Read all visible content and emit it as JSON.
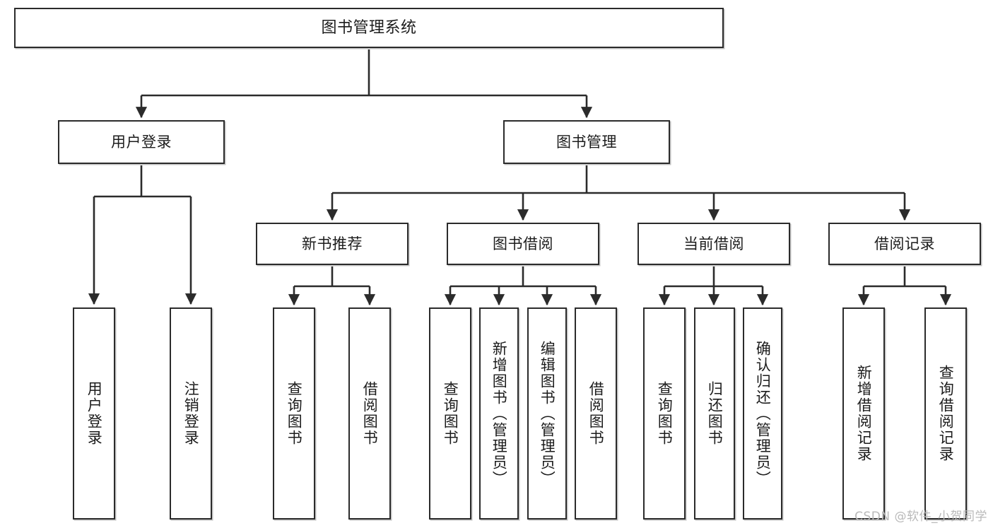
{
  "diagram": {
    "title": "图书管理系统",
    "type": "功能结构图",
    "stroke_color": "#2b2b2b",
    "fill_color": "#ffffff",
    "text_color": "#1c1c1c"
  },
  "nodes": {
    "root": {
      "label": "图书管理系统",
      "level": 1,
      "orientation": "horizontal"
    },
    "level2": [
      {
        "label": "用户登录",
        "orientation": "horizontal"
      },
      {
        "label": "图书管理",
        "orientation": "horizontal"
      }
    ],
    "level3": [
      {
        "label": "新书推荐",
        "orientation": "horizontal"
      },
      {
        "label": "图书借阅",
        "orientation": "horizontal"
      },
      {
        "label": "当前借阅",
        "orientation": "horizontal"
      },
      {
        "label": "借阅记录",
        "orientation": "horizontal"
      }
    ],
    "leaves": {
      "user_login": [
        {
          "label": "用户登录",
          "orientation": "vertical"
        },
        {
          "label": "注销登录",
          "orientation": "vertical"
        }
      ],
      "new_book_recommend": [
        {
          "label": "查询图书",
          "orientation": "vertical"
        },
        {
          "label": "借阅图书",
          "orientation": "vertical"
        }
      ],
      "book_borrow": [
        {
          "label": "查询图书",
          "orientation": "vertical"
        },
        {
          "label": "新增图书（管理员）",
          "orientation": "vertical"
        },
        {
          "label": "编辑图书（管理员）",
          "orientation": "vertical"
        },
        {
          "label": "借阅图书",
          "orientation": "vertical"
        }
      ],
      "current_borrow": [
        {
          "label": "查询图书",
          "orientation": "vertical"
        },
        {
          "label": "归还图书",
          "orientation": "vertical"
        },
        {
          "label": "确认归还（管理员）",
          "orientation": "vertical"
        }
      ],
      "borrow_record": [
        {
          "label": "新增借阅记录",
          "orientation": "vertical"
        },
        {
          "label": "查询借阅记录",
          "orientation": "vertical"
        }
      ]
    }
  },
  "watermark": {
    "text": "CSDN @软件_小贺同学"
  },
  "chart_data": {
    "type": "table",
    "title": "图书管理系统 功能结构图",
    "tree": [
      {
        "name": "图书管理系统",
        "children": [
          {
            "name": "用户登录",
            "children": [
              {
                "name": "用户登录"
              },
              {
                "name": "注销登录"
              }
            ]
          },
          {
            "name": "图书管理",
            "children": [
              {
                "name": "新书推荐",
                "children": [
                  {
                    "name": "查询图书"
                  },
                  {
                    "name": "借阅图书"
                  }
                ]
              },
              {
                "name": "图书借阅",
                "children": [
                  {
                    "name": "查询图书"
                  },
                  {
                    "name": "新增图书（管理员）"
                  },
                  {
                    "name": "编辑图书（管理员）"
                  },
                  {
                    "name": "借阅图书"
                  }
                ]
              },
              {
                "name": "当前借阅",
                "children": [
                  {
                    "name": "查询图书"
                  },
                  {
                    "name": "归还图书"
                  },
                  {
                    "name": "确认归还（管理员）"
                  }
                ]
              },
              {
                "name": "借阅记录",
                "children": [
                  {
                    "name": "新增借阅记录"
                  },
                  {
                    "name": "查询借阅记录"
                  }
                ]
              }
            ]
          }
        ]
      }
    ]
  }
}
